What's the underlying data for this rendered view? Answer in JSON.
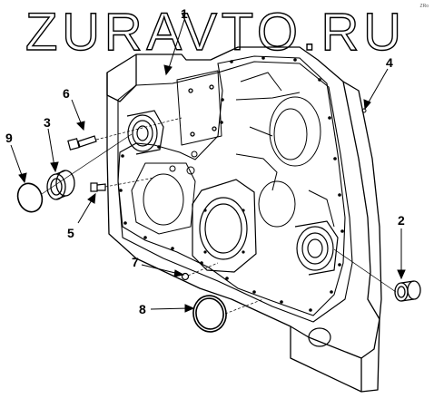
{
  "watermark": {
    "text": "ZURAVTO.RU"
  },
  "corner_mark": "ZRo",
  "callouts": [
    {
      "id": "1",
      "label": "1"
    },
    {
      "id": "2",
      "label": "2"
    },
    {
      "id": "3",
      "label": "3"
    },
    {
      "id": "4",
      "label": "4"
    },
    {
      "id": "5",
      "label": "5"
    },
    {
      "id": "6",
      "label": "6"
    },
    {
      "id": "7",
      "label": "7"
    },
    {
      "id": "8",
      "label": "8"
    },
    {
      "id": "9",
      "label": "9"
    }
  ],
  "colors": {
    "line": "#000000",
    "background": "#ffffff"
  }
}
